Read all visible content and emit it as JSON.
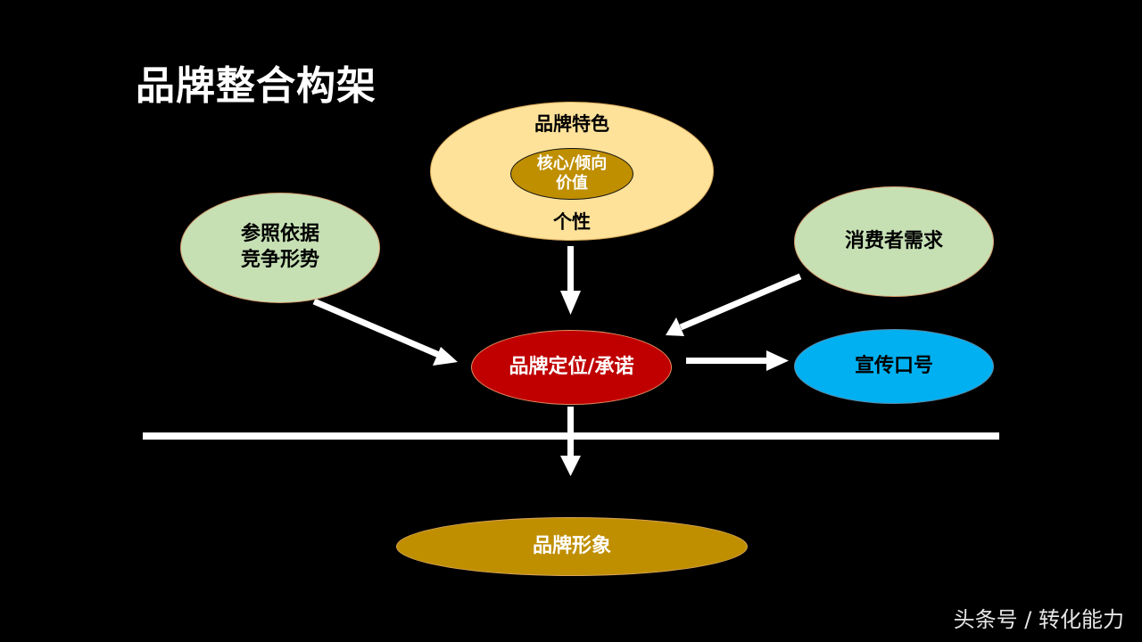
{
  "slide": {
    "title": "品牌整合构架",
    "watermark": "头条号 / 转化能力"
  },
  "nodes": {
    "features": {
      "top_label": "品牌特色",
      "bottom_label": "个性"
    },
    "core": {
      "line1": "核心/倾向",
      "line2": "价值"
    },
    "reference": {
      "line1": "参照依据",
      "line2": "竞争形势"
    },
    "consumer": {
      "label": "消费者需求"
    },
    "positioning": {
      "label": "品牌定位/承诺"
    },
    "slogan": {
      "label": "宣传口号"
    },
    "brand_image": {
      "label": "品牌形象"
    }
  },
  "colors": {
    "background": "#000000",
    "features_fill": "#ffe29a",
    "core_fill": "#bf8f00",
    "reference_fill": "#c6e0b4",
    "consumer_fill": "#c6e0b4",
    "positioning_fill": "#c00000",
    "slogan_fill": "#00b0f0",
    "brand_image_fill": "#bf8f00",
    "arrow": "#ffffff"
  }
}
